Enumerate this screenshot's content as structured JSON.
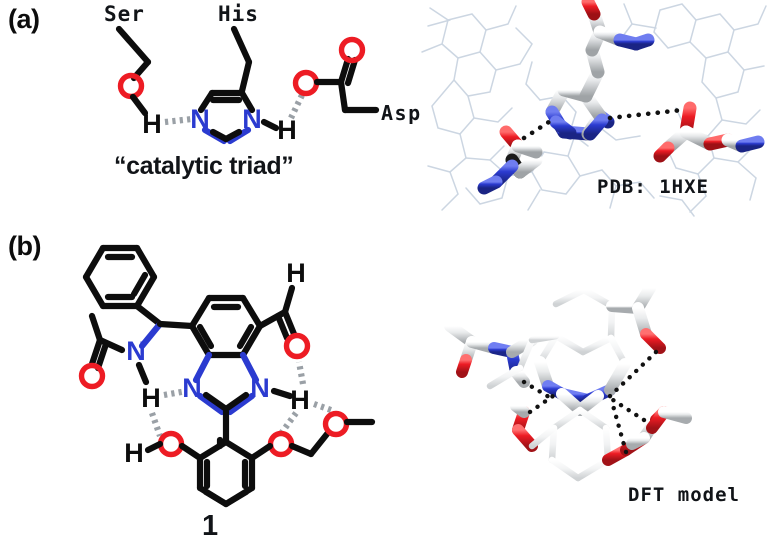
{
  "figure": {
    "panels": [
      {
        "id": "a",
        "label": "(a)",
        "scheme_caption": "“catalytic triad”",
        "residue_labels": [
          "Ser",
          "His",
          "Asp"
        ],
        "structure_atoms": [
          "O",
          "H",
          "N",
          "N",
          "H",
          "O",
          "O"
        ],
        "render_caption": "PDB: 1HXE"
      },
      {
        "id": "b",
        "label": "(b)",
        "compound_number": "1",
        "structure_atoms": [
          "N",
          "O",
          "H",
          "N",
          "N",
          "H",
          "O",
          "H",
          "O",
          "O",
          "O"
        ],
        "render_caption": "DFT model"
      }
    ],
    "labels": {
      "ser": "Ser",
      "his": "His",
      "asp": "Asp",
      "catalytic_triad": "“catalytic triad”",
      "pdb": "PDB: 1HXE",
      "dft": "DFT model",
      "compound_one": "1",
      "panel_a": "(a)",
      "panel_b": "(b)"
    },
    "atom_text": {
      "O": "O",
      "N": "N",
      "H": "H"
    },
    "colors": {
      "oxygen": "#ED1C24",
      "nitrogen": "#2B3BD0",
      "bond": "#0d0d0d",
      "hbond_scheme": "#9aa0a6",
      "hbond_model": "#101010",
      "background_wire": "#cfd8e3",
      "model_carbon": "#d9dbdd",
      "model_carbon_dark": "#a9acae",
      "text": "#111418"
    }
  }
}
